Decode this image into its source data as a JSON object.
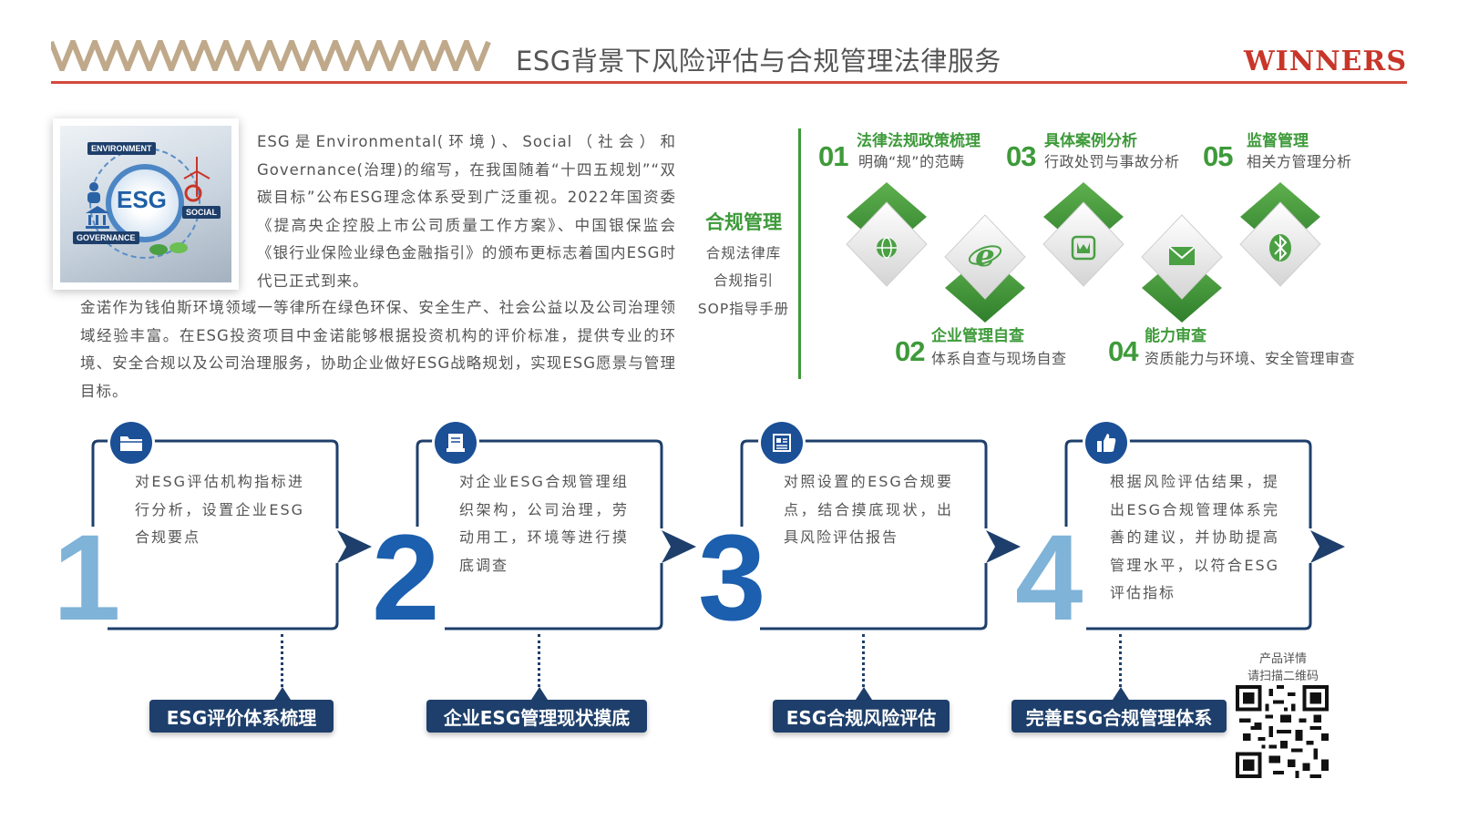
{
  "header": {
    "title": "ESG背景下风险评估与合规管理法律服务",
    "brand": "WINNERS"
  },
  "esg_image": {
    "environment": "ENVIRONMENT",
    "center": "ESG",
    "social": "SOCIAL",
    "governance": "GOVERNANCE"
  },
  "intro": {
    "paragraph1": "ESG是Environmental(环境)、Social（社会）和Governance(治理)的缩写，在我国随着“十四五规划”“双碳目标”公布ESG理念体系受到广泛重视。2022年国资委《提高央企控股上市公司质量工作方案》、中国银保监会《银行业保险业绿色金融指引》的颁布更标志着国内ESG时代已正式到来。",
    "paragraph2": "金诺作为钱伯斯环境领域一等律所在绿色环保、安全生产、社会公益以及公司治理领域经验丰富。在ESG投资项目中金诺能够根据投资机构的评价标准，提供专业的环境、安全合规以及公司治理服务，协助企业做好ESG战略规划，实现ESG愿景与管理目标。"
  },
  "compliance": {
    "heading": "合规管理",
    "items": [
      "合规法律库",
      "合规指引",
      "SOP指导手册"
    ]
  },
  "services": [
    {
      "num": "01",
      "title": "法律法规政策梳理",
      "sub": "明确“规”的范畴"
    },
    {
      "num": "02",
      "title": "企业管理自查",
      "sub": "体系自查与现场自查"
    },
    {
      "num": "03",
      "title": "具体案例分析",
      "sub": "行政处罚与事故分析"
    },
    {
      "num": "04",
      "title": "能力审查",
      "sub": "资质能力与环境、安全管理审查"
    },
    {
      "num": "05",
      "title": "监督管理",
      "sub": "相关方管理分析"
    }
  ],
  "icons": [
    "globe-icon",
    "ie-icon",
    "tulip-icon",
    "mail-icon",
    "bluetooth-icon",
    "folder-icon",
    "contract-icon",
    "document-icon",
    "thumbs-up-icon"
  ],
  "colors": {
    "green": "#3e9a3a",
    "navy": "#1e3f6b",
    "blue": "#1b5fae",
    "lightblue": "#7fb3d8",
    "red": "#d4483b"
  },
  "process": [
    {
      "number": "1",
      "text": "对ESG评估机构指标进行分析，设置企业ESG合规要点",
      "label": "ESG评价体系梳理"
    },
    {
      "number": "2",
      "text": "对企业ESG合规管理组织架构，公司治理，劳动用工，环境等进行摸底调查",
      "label": "企业ESG管理现状摸底"
    },
    {
      "number": "3",
      "text": "对照设置的ESG合规要点，结合摸底现状，出具风险评估报告",
      "label": "ESG合规风险评估"
    },
    {
      "number": "4",
      "text": "根据风险评估结果，提出ESG合规管理体系完善的建议，并协助提高管理水平，以符合ESG评估指标",
      "label": "完善ESG合规管理体系"
    }
  ],
  "qr": {
    "caption1": "产品详情",
    "caption2": "请扫描二维码"
  }
}
